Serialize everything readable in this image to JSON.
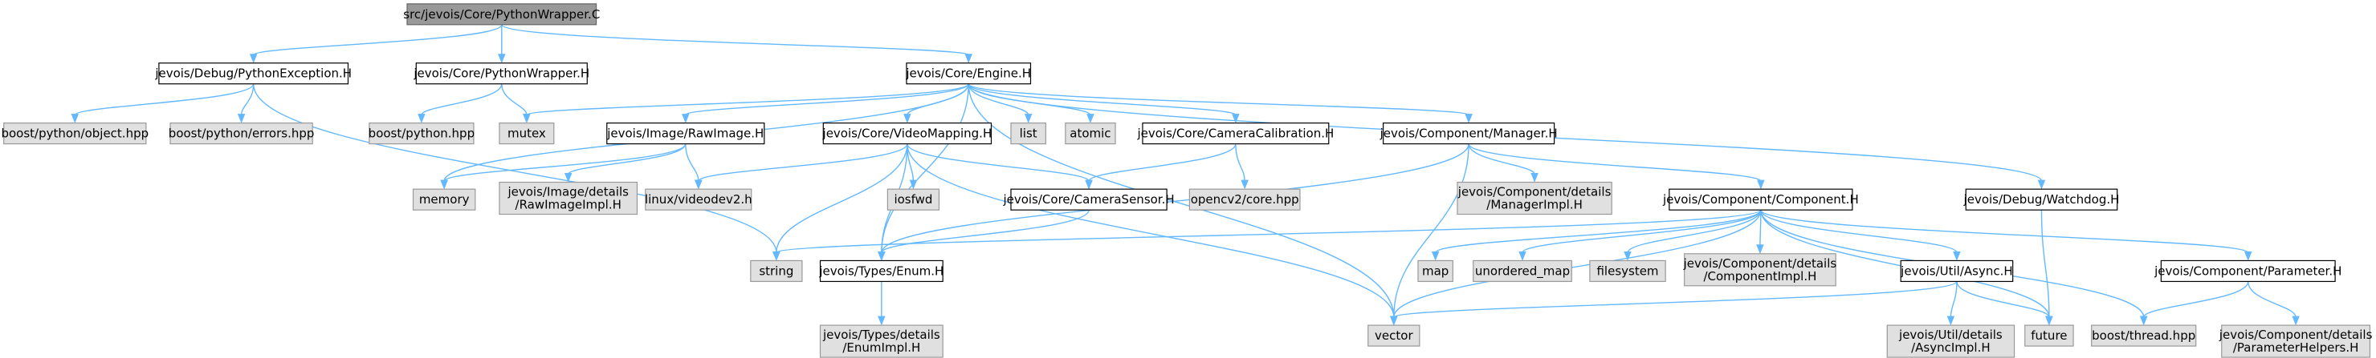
{
  "colors": {
    "root_fill": "#999999",
    "root_stroke": "#666666",
    "doc_fill": "#ffffff",
    "doc_stroke": "#000000",
    "ext_fill": "#e0e0e0",
    "ext_stroke": "#999999",
    "edge": "#63b8ff"
  },
  "nodes": [
    {
      "id": "root",
      "kind": "root",
      "lines": [
        "src/jevois/Core/PythonWrapper.C"
      ]
    },
    {
      "id": "pyexc",
      "kind": "doc",
      "lines": [
        "jevois/Debug/PythonException.H"
      ]
    },
    {
      "id": "pywrapH",
      "kind": "doc",
      "lines": [
        "jevois/Core/PythonWrapper.H"
      ]
    },
    {
      "id": "engine",
      "kind": "doc",
      "lines": [
        "jevois/Core/Engine.H"
      ]
    },
    {
      "id": "bpobject",
      "kind": "ext",
      "lines": [
        "boost/python/object.hpp"
      ]
    },
    {
      "id": "bperrors",
      "kind": "ext",
      "lines": [
        "boost/python/errors.hpp"
      ]
    },
    {
      "id": "bpython",
      "kind": "ext",
      "lines": [
        "boost/python.hpp"
      ]
    },
    {
      "id": "mutex",
      "kind": "ext",
      "lines": [
        "mutex"
      ]
    },
    {
      "id": "rawimage",
      "kind": "doc",
      "lines": [
        "jevois/Image/RawImage.H"
      ]
    },
    {
      "id": "videomapping",
      "kind": "doc",
      "lines": [
        "jevois/Core/VideoMapping.H"
      ]
    },
    {
      "id": "list",
      "kind": "ext",
      "lines": [
        "list"
      ]
    },
    {
      "id": "atomic",
      "kind": "ext",
      "lines": [
        "atomic"
      ]
    },
    {
      "id": "camcal",
      "kind": "doc",
      "lines": [
        "jevois/Core/CameraCalibration.H"
      ]
    },
    {
      "id": "manager",
      "kind": "doc",
      "lines": [
        "jevois/Component/Manager.H"
      ]
    },
    {
      "id": "watchdog",
      "kind": "doc",
      "lines": [
        "jevois/Debug/Watchdog.H"
      ]
    },
    {
      "id": "memory",
      "kind": "ext",
      "lines": [
        "memory"
      ]
    },
    {
      "id": "rawimageimpl",
      "kind": "ext",
      "lines": [
        "jevois/Image/details",
        "/RawImageImpl.H"
      ]
    },
    {
      "id": "videodev2",
      "kind": "ext",
      "lines": [
        "linux/videodev2.h"
      ]
    },
    {
      "id": "iosfwd",
      "kind": "ext",
      "lines": [
        "iosfwd"
      ]
    },
    {
      "id": "camsensor",
      "kind": "doc",
      "lines": [
        "jevois/Core/CameraSensor.H"
      ]
    },
    {
      "id": "opencvcore",
      "kind": "ext",
      "lines": [
        "opencv2/core.hpp"
      ]
    },
    {
      "id": "managerimpl",
      "kind": "ext",
      "lines": [
        "jevois/Component/details",
        "/ManagerImpl.H"
      ]
    },
    {
      "id": "component",
      "kind": "doc",
      "lines": [
        "jevois/Component/Component.H"
      ]
    },
    {
      "id": "string",
      "kind": "ext",
      "lines": [
        "string"
      ]
    },
    {
      "id": "enum",
      "kind": "doc",
      "lines": [
        "jevois/Types/Enum.H"
      ]
    },
    {
      "id": "map",
      "kind": "ext",
      "lines": [
        "map"
      ]
    },
    {
      "id": "umap",
      "kind": "ext",
      "lines": [
        "unordered_map"
      ]
    },
    {
      "id": "filesystem",
      "kind": "ext",
      "lines": [
        "filesystem"
      ]
    },
    {
      "id": "compimpl",
      "kind": "ext",
      "lines": [
        "jevois/Component/details",
        "/ComponentImpl.H"
      ]
    },
    {
      "id": "async",
      "kind": "doc",
      "lines": [
        "jevois/Util/Async.H"
      ]
    },
    {
      "id": "parameter",
      "kind": "doc",
      "lines": [
        "jevois/Component/Parameter.H"
      ]
    },
    {
      "id": "enumimpl",
      "kind": "ext",
      "lines": [
        "jevois/Types/details",
        "/EnumImpl.H"
      ]
    },
    {
      "id": "vector",
      "kind": "ext",
      "lines": [
        "vector"
      ]
    },
    {
      "id": "asyncimpl",
      "kind": "ext",
      "lines": [
        "jevois/Util/details",
        "/AsyncImpl.H"
      ]
    },
    {
      "id": "future",
      "kind": "ext",
      "lines": [
        "future"
      ]
    },
    {
      "id": "boostthread",
      "kind": "ext",
      "lines": [
        "boost/thread.hpp"
      ]
    },
    {
      "id": "paramhelpers",
      "kind": "ext",
      "lines": [
        "jevois/Component/details",
        "/ParameterHelpers.H"
      ]
    }
  ],
  "edges": [
    [
      "root",
      "pyexc"
    ],
    [
      "root",
      "pywrapH"
    ],
    [
      "root",
      "engine"
    ],
    [
      "pyexc",
      "bpobject"
    ],
    [
      "pyexc",
      "bperrors"
    ],
    [
      "pyexc",
      "string"
    ],
    [
      "pywrapH",
      "bpython"
    ],
    [
      "pywrapH",
      "mutex"
    ],
    [
      "engine",
      "mutex"
    ],
    [
      "engine",
      "memory"
    ],
    [
      "engine",
      "rawimage"
    ],
    [
      "engine",
      "videomapping"
    ],
    [
      "engine",
      "list"
    ],
    [
      "engine",
      "atomic"
    ],
    [
      "engine",
      "camcal"
    ],
    [
      "engine",
      "manager"
    ],
    [
      "engine",
      "watchdog"
    ],
    [
      "engine",
      "enum"
    ],
    [
      "engine",
      "vector"
    ],
    [
      "rawimage",
      "memory"
    ],
    [
      "rawimage",
      "rawimageimpl"
    ],
    [
      "rawimage",
      "videodev2"
    ],
    [
      "videomapping",
      "videodev2"
    ],
    [
      "videomapping",
      "iosfwd"
    ],
    [
      "videomapping",
      "camsensor"
    ],
    [
      "videomapping",
      "string"
    ],
    [
      "videomapping",
      "enum"
    ],
    [
      "videomapping",
      "vector"
    ],
    [
      "camcal",
      "camsensor"
    ],
    [
      "camcal",
      "opencvcore"
    ],
    [
      "camsensor",
      "enum"
    ],
    [
      "manager",
      "managerimpl"
    ],
    [
      "manager",
      "component"
    ],
    [
      "manager",
      "vector"
    ],
    [
      "manager",
      "enum"
    ],
    [
      "component",
      "string"
    ],
    [
      "component",
      "map"
    ],
    [
      "component",
      "umap"
    ],
    [
      "component",
      "filesystem"
    ],
    [
      "component",
      "compimpl"
    ],
    [
      "component",
      "async"
    ],
    [
      "component",
      "parameter"
    ],
    [
      "component",
      "future"
    ],
    [
      "component",
      "boostthread"
    ],
    [
      "component",
      "vector"
    ],
    [
      "enum",
      "enumimpl"
    ],
    [
      "async",
      "vector"
    ],
    [
      "async",
      "asyncimpl"
    ],
    [
      "async",
      "future"
    ],
    [
      "parameter",
      "boostthread"
    ],
    [
      "parameter",
      "paramhelpers"
    ],
    [
      "watchdog",
      "future"
    ]
  ]
}
